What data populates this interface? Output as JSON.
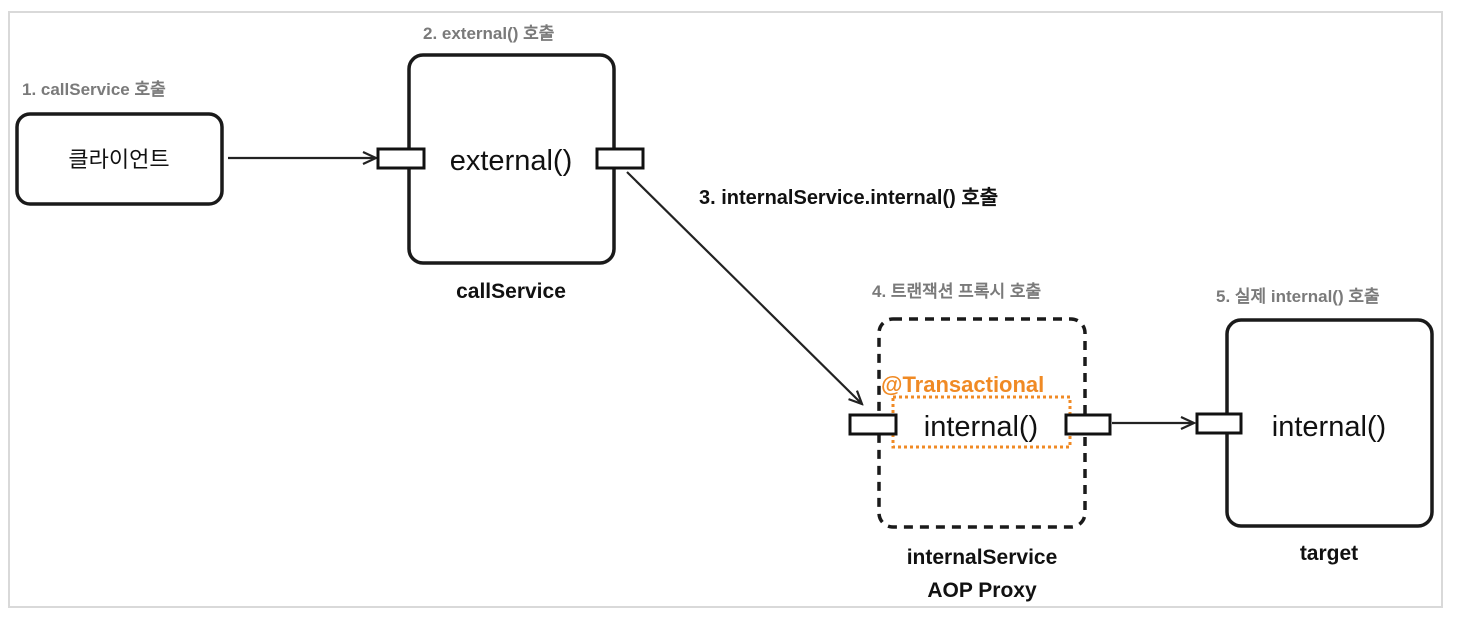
{
  "client": {
    "label": "클라이언트"
  },
  "call_service": {
    "method": "external()",
    "name": "callService"
  },
  "proxy": {
    "annotation": "@Transactional",
    "method": "internal()",
    "name_line1": "internalService",
    "name_line2": "AOP Proxy"
  },
  "target": {
    "method": "internal()",
    "name": "target"
  },
  "steps": [
    "1. callService 호출",
    "2. external() 호출",
    "3. internalService.internal() 호출",
    "4. 트랜잭션 프록시 호출",
    "5. 실제 internal() 호출"
  ],
  "colors": {
    "annotation": "#f08a24",
    "step_label": "#7a7a7a",
    "frame_border": "#d9d9d9"
  }
}
